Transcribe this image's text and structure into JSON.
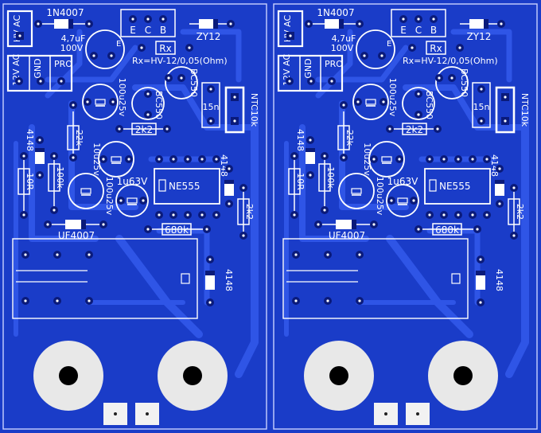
{
  "board": {
    "colors": {
      "background": "#1a3cc8",
      "copper": "#2f55e6",
      "trace": "#2546d6",
      "silk": "#ffffff",
      "pad": "#0a1a7a",
      "hole": "#000000",
      "mount": "#e8e8e8"
    },
    "labels": {
      "hv_ac": "HV AC",
      "v12_ac": "12V AC",
      "gnd": "GND",
      "pro": "PRO",
      "diode_1n4007": "1N4007",
      "cap_4u7": "4,7uF",
      "cap_4u7_v": "100V",
      "e": "E",
      "c": "C",
      "b": "B",
      "zy12": "ZY12",
      "rx": "Rx",
      "rx_formula": "Rx=HV-12/0,05(Ohm)",
      "bc550_a": "BC550",
      "bc550_b": "BC550",
      "cap_100u25": "100u25v",
      "cap_15n": "15n",
      "ntc10k": "NTC10k",
      "res_2k2_a": "2k2",
      "res_22k": "22k",
      "d4148_a": "4148",
      "cap_10u25": "10u25v",
      "res_10r": "10R",
      "res_100k": "100k",
      "cap_1u63": "1u63V",
      "ne555": "NE555",
      "d4148_b": "4148",
      "cap_100u25_b": "100u25v",
      "res_2k2_b": "2k2",
      "res_680k": "680k",
      "uf4007": "UF4007",
      "d4148_c": "4148"
    }
  }
}
